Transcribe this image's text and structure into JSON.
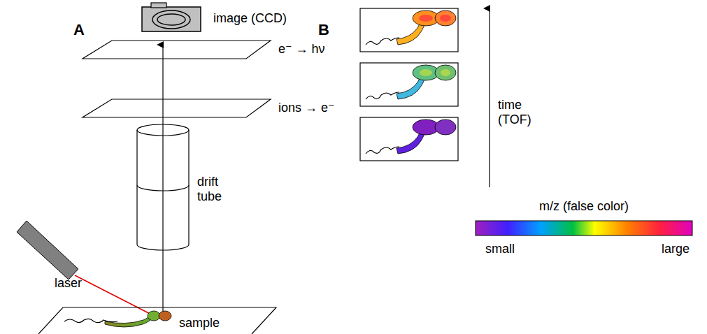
{
  "diagram": {
    "labels": [
      "A",
      "image (CCD)",
      "e⁻ → hν",
      "ions → e⁻",
      "drift tube",
      "laser",
      "sample",
      "B",
      "time (TOF)",
      "m/z (false color)",
      "small",
      "large"
    ]
  }
}
